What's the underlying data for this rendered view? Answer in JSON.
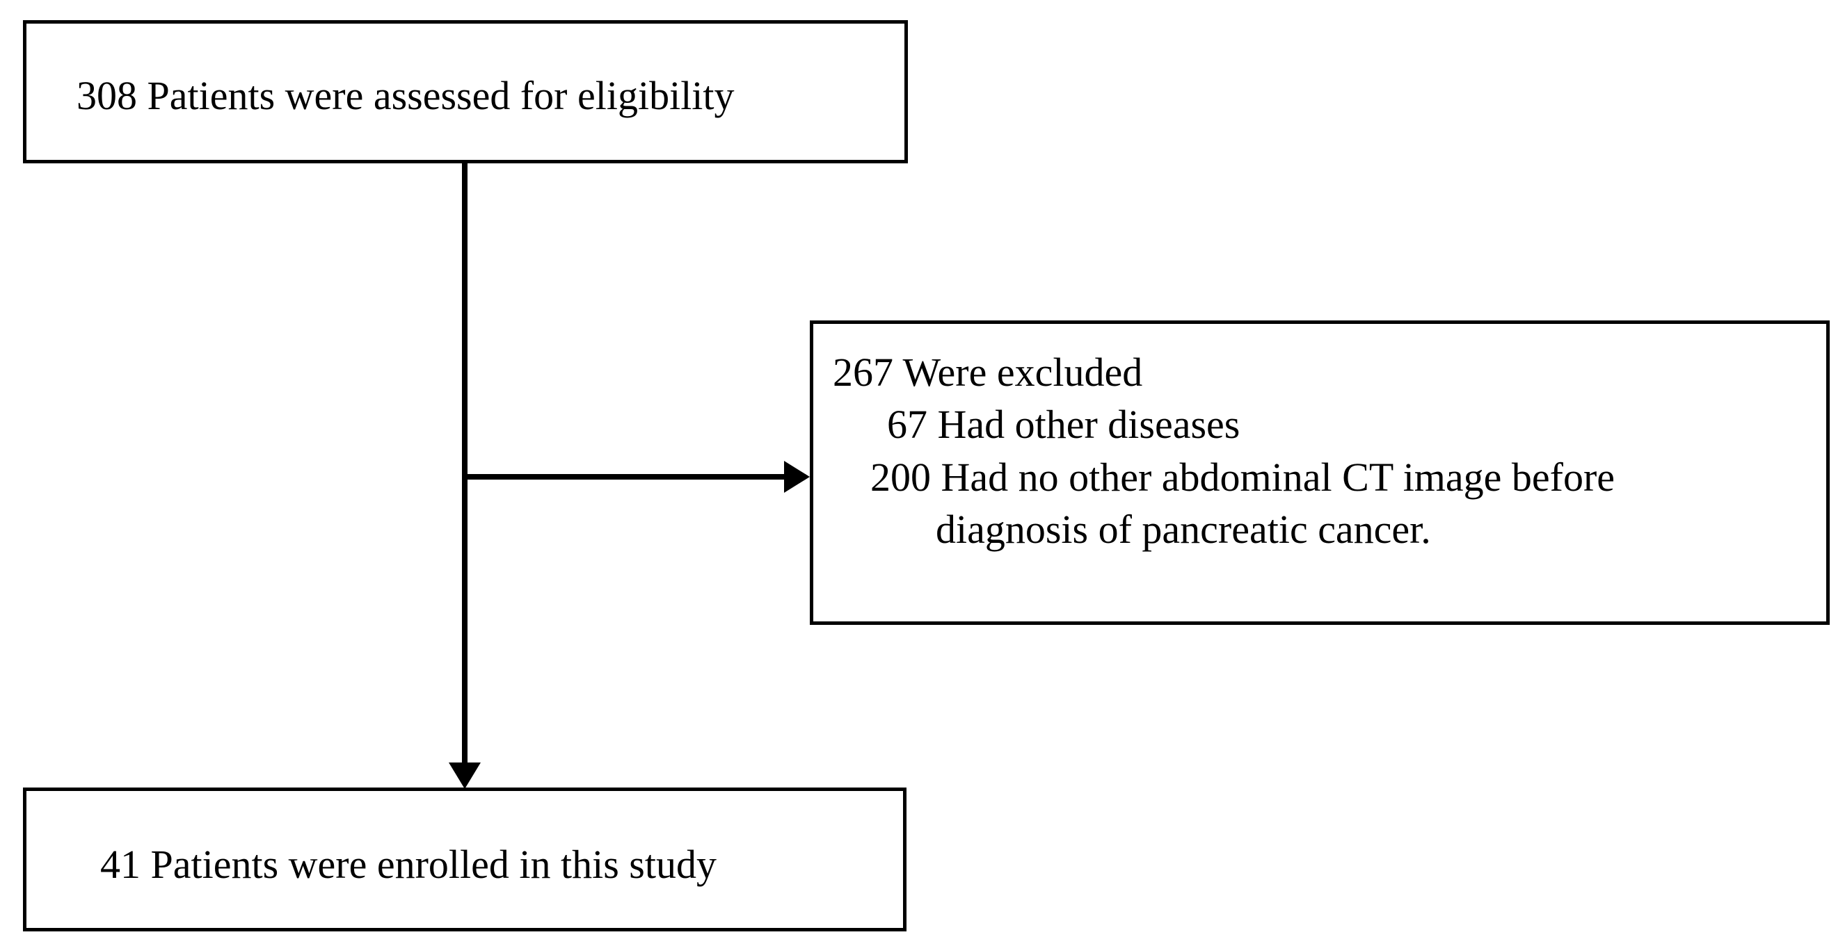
{
  "diagram": {
    "type": "flowchart",
    "title": "Patient enrollment flow diagram",
    "orientation": "vertical-with-right-branch",
    "line_color": "#000000",
    "box_border_color": "#000000",
    "background_color": "#ffffff",
    "nodes": {
      "assessed": {
        "id": "assessed",
        "text": "308 Patients were assessed for eligibility",
        "count": 308
      },
      "excluded": {
        "id": "excluded",
        "heading": "267 Were excluded",
        "count": 267,
        "reasons": [
          {
            "count": 67,
            "line": "67 Had other diseases"
          },
          {
            "count": 200,
            "line": "200 Had no other abdominal CT image before",
            "continuation": "diagnosis of pancreatic cancer."
          }
        ]
      },
      "enrolled": {
        "id": "enrolled",
        "text": "41 Patients were enrolled in this study",
        "count": 41
      }
    },
    "edges": [
      {
        "from": "assessed",
        "to": "excluded",
        "style": "solid",
        "arrow": "right"
      },
      {
        "from": "assessed",
        "to": "enrolled",
        "style": "solid",
        "arrow": "down"
      }
    ]
  }
}
